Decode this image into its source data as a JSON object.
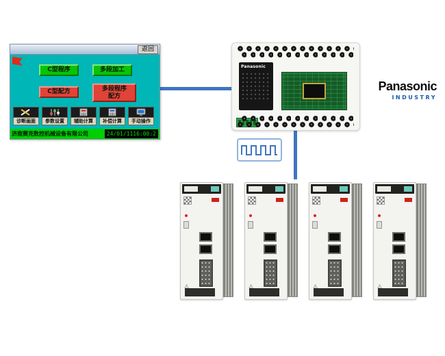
{
  "hmi": {
    "titlebar": {
      "back": "返回"
    },
    "buttons": {
      "c_program": "C型程序",
      "multi_machining": "多段加工",
      "c_recipe": "C型配方",
      "multi_recipe_line1": "多段程序",
      "multi_recipe_line2": "配方"
    },
    "toolbar": [
      {
        "label": "诊断画面",
        "icon": "tools-icon"
      },
      {
        "label": "参数设置",
        "icon": "sliders-icon"
      },
      {
        "label": "辅助计算",
        "icon": "calculator-icon"
      },
      {
        "label": "补偿计算",
        "icon": "calculator2-icon"
      },
      {
        "label": "手动操作",
        "icon": "monitor-hand-icon"
      }
    ],
    "statusbar": {
      "company": "济南赛克数控机械设备有限公司",
      "datetime": "24/01/1116:00:2"
    }
  },
  "plc": {
    "brand": "Panasonic"
  },
  "pulse": {
    "icon": "square-wave-icon"
  },
  "brand": {
    "name": "Panasonic",
    "division": "INDUSTRY"
  },
  "servo_drives": {
    "count": 4
  },
  "colors": {
    "connection_line": "#3f76bf",
    "hmi_background": "#00b6b6",
    "green_button": "#07c407",
    "red_button": "#e04338",
    "status_bar": "#00cf00",
    "logo_blue": "#1a5dab"
  }
}
